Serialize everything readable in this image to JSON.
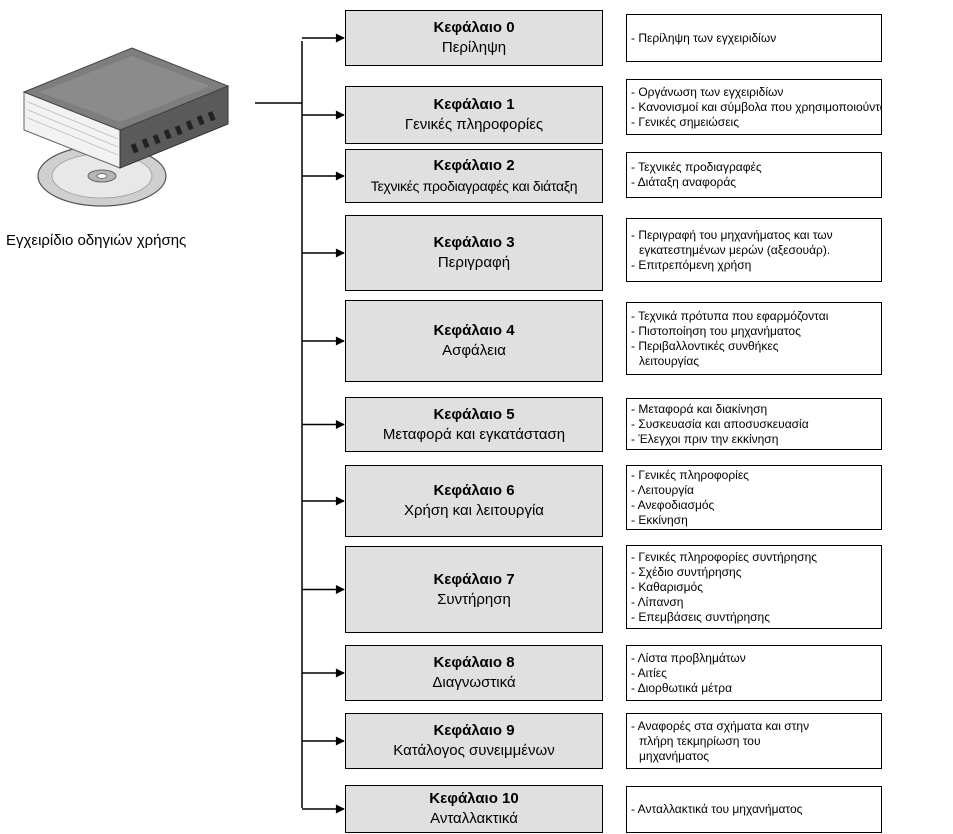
{
  "manual": {
    "caption": "Εγχειρίδιο οδηγιών χρήσης",
    "icon": "manual-book-with-cd-icon"
  },
  "chapters": [
    {
      "title": "Κεφάλαιο 0",
      "subtitle": "Περίληψη",
      "details": [
        "- Περίληψη των εγχειριδίων"
      ]
    },
    {
      "title": "Κεφάλαιο 1",
      "subtitle": "Γενικές πληροφορίες",
      "details": [
        "- Οργάνωση των εγχειριδίων",
        "- Κανονισμοί και σύμβολα που χρησιμοποιούνται",
        "- Γενικές σημειώσεις"
      ]
    },
    {
      "title": "Κεφάλαιο 2",
      "subtitle": "Τεχνικές προδιαγραφές και διάταξη",
      "details": [
        "- Τεχνικές προδιαγραφές",
        "- Διάταξη αναφοράς"
      ]
    },
    {
      "title": "Κεφάλαιο 3",
      "subtitle": "Περιγραφή",
      "details": [
        "- Περιγραφή του μηχανήματος και των",
        "εγκατεστημένων μερών (αξεσουάρ).",
        "- Επιτρεπόμενη χρήση"
      ]
    },
    {
      "title": "Κεφάλαιο 4",
      "subtitle": "Ασφάλεια",
      "details": [
        "- Τεχνικά πρότυπα που εφαρμόζονται",
        "- Πιστοποίηση του μηχανήματος",
        "- Περιβαλλοντικές συνθήκες",
        "λειτουργίας"
      ]
    },
    {
      "title": "Κεφάλαιο 5",
      "subtitle": "Μεταφορά και εγκατάσταση",
      "details": [
        "- Μεταφορά και διακίνηση",
        "- Συσκευασία και αποσυσκευασία",
        "- Έλεγχοι πριν την εκκίνηση"
      ]
    },
    {
      "title": "Κεφάλαιο 6",
      "subtitle": "Χρήση και λειτουργία",
      "details": [
        "- Γενικές πληροφορίες",
        "- Λειτουργία",
        "- Ανεφοδιασμός",
        "- Εκκίνηση"
      ]
    },
    {
      "title": "Κεφάλαιο 7",
      "subtitle": "Συντήρηση",
      "details": [
        "- Γενικές πληροφορίες συντήρησης",
        "- Σχέδιο συντήρησης",
        "- Καθαρισμός",
        "- Λίπανση",
        "- Επεμβάσεις συντήρησης"
      ]
    },
    {
      "title": "Κεφάλαιο 8",
      "subtitle": "Διαγνωστικά",
      "details": [
        "- Λίστα προβλημάτων",
        "- Αιτίες",
        "- Διορθωτικά μέτρα"
      ]
    },
    {
      "title": "Κεφάλαιο 9",
      "subtitle": "Κατάλογος συνειμμένων",
      "details": [
        "- Αναφορές στα σχήματα και στην",
        "πλήρη τεκμηρίωση του",
        "μηχανήματος"
      ]
    },
    {
      "title": "Κεφάλαιο 10",
      "subtitle": "Ανταλλακτικά",
      "details": [
        "- Ανταλλακτικά του μηχανήματος"
      ]
    }
  ]
}
